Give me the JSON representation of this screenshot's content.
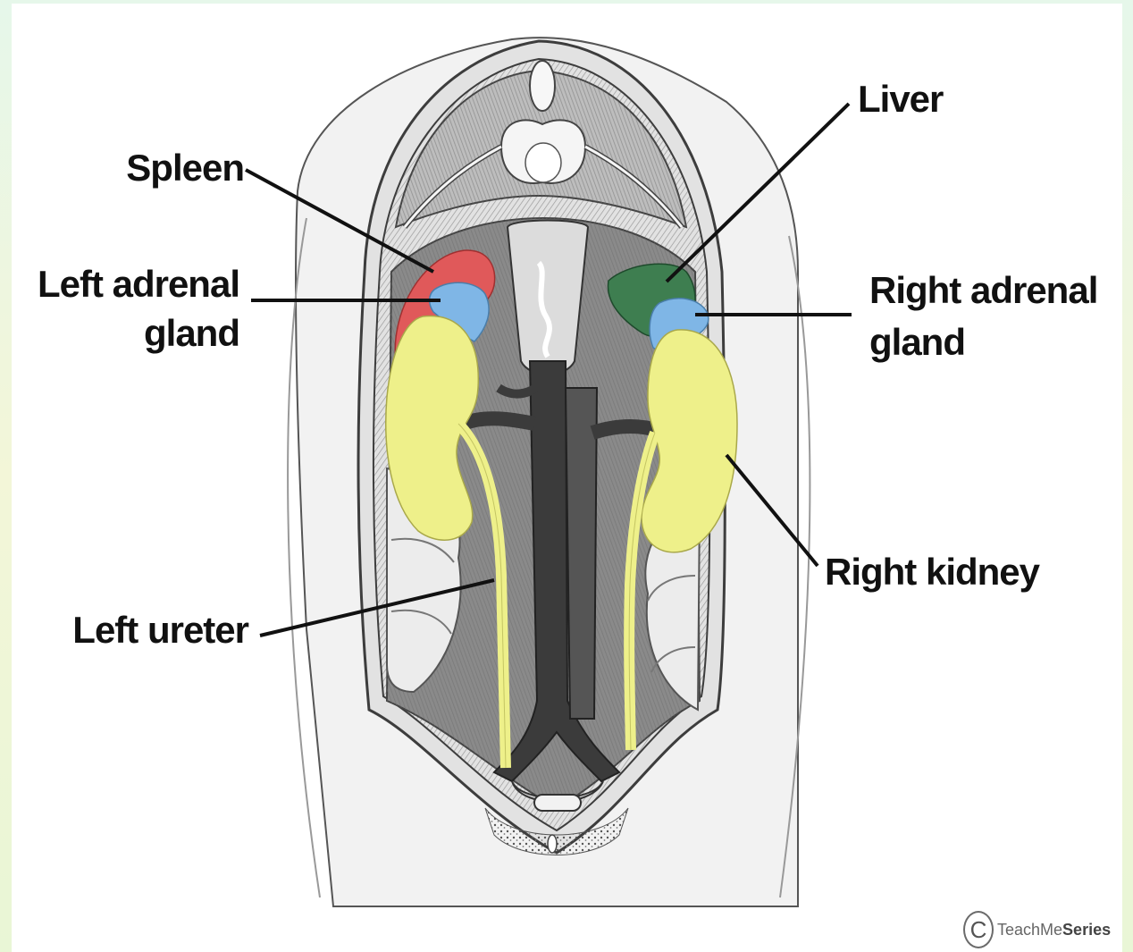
{
  "labels": {
    "spleen": "Spleen",
    "left_adrenal_line1": "Left adrenal",
    "left_adrenal_line2": "gland",
    "left_ureter": "Left ureter",
    "liver": "Liver",
    "right_adrenal_line1": "Right adrenal",
    "right_adrenal_line2": "gland",
    "right_kidney": "Right kidney"
  },
  "watermark": {
    "symbol": "C",
    "brand_light": "TeachMe",
    "brand_bold": "Series"
  },
  "colors": {
    "spleen": "#e0595a",
    "adrenal": "#7fb6e6",
    "kidney_ureter": "#eef08a",
    "liver": "#3e7e50"
  }
}
